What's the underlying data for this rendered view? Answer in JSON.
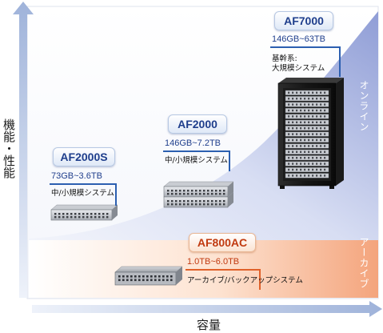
{
  "axes": {
    "y_label": "機能・性能",
    "x_label": "容量"
  },
  "zones": {
    "online": "オンライン",
    "archive": "アーカイブ"
  },
  "products": {
    "af2000s": {
      "name": "AF2000S",
      "capacity": "73GB~3.6TB",
      "desc": "中/小規模システム"
    },
    "af2000": {
      "name": "AF2000",
      "capacity": "146GB~7.2TB",
      "desc": "中/小規模システム"
    },
    "af7000": {
      "name": "AF7000",
      "capacity": "146GB~63TB",
      "desc_line1": "基幹系:",
      "desc_line2": "大規模システム"
    },
    "af800ac": {
      "name": "AF800AC",
      "capacity": "1.0TB~6.0TB",
      "desc": "アーカイブ/バックアップシステム"
    }
  },
  "colors": {
    "online_accent": "#2c5fb0",
    "archive_accent": "#e0612a",
    "axis_arrow": "#9fb3da"
  }
}
